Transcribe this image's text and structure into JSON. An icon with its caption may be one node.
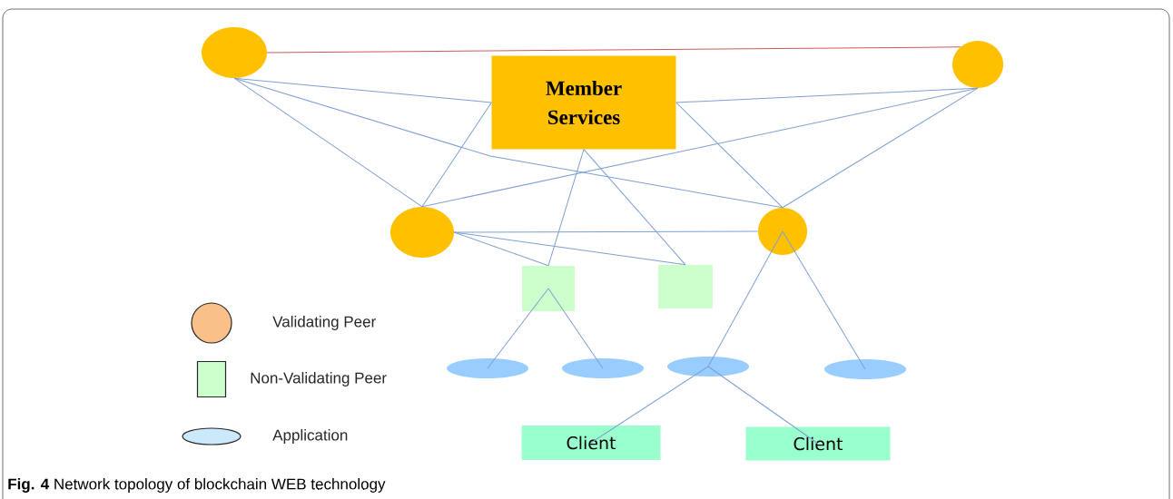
{
  "diagram": {
    "caption": "**Fig. 4** Network topology of blockchain WEB technology",
    "nodes": [
      {
        "text": [],
        "shape": "circle"
      },
      {
        "text": [
          "Member Services"
        ]
      },
      {
        "text": [],
        "shape": "circle"
      },
      {
        "text": [],
        "shape": "circle"
      },
      {
        "text": [],
        "shape": "circle"
      },
      {
        "text": [],
        "shape": "box"
      },
      {
        "text": [],
        "shape": "box"
      },
      {
        "text": [],
        "shape": "ellipse"
      },
      {
        "text": [],
        "shape": "ellipse"
      },
      {
        "text": [],
        "shape": "ellipse"
      },
      {
        "text": [],
        "shape": "ellipse"
      },
      {
        "text": [
          "Client"
        ]
      },
      {
        "text": [
          "Client"
        ]
      }
    ],
    "edges": [
      {
        "from": 0,
        "to": 2,
        "arrow": "none",
        "color": "#d05a5a"
      },
      {
        "from": 0,
        "to": 3,
        "arrow": "none"
      },
      {
        "from": 0,
        "to": 1,
        "arrow": "none"
      },
      {
        "from": 0,
        "to": 4,
        "arrow": "none"
      },
      {
        "from": 1,
        "to": 3,
        "arrow": "none"
      },
      {
        "from": 1,
        "to": 2,
        "arrow": "none"
      },
      {
        "from": 1,
        "to": 4,
        "arrow": "none"
      },
      {
        "from": 2,
        "to": 3,
        "arrow": "none"
      },
      {
        "from": 2,
        "to": 4,
        "arrow": "none"
      },
      {
        "from": 1,
        "to": 5,
        "arrow": "none"
      },
      {
        "from": 1,
        "to": 6,
        "arrow": "none"
      },
      {
        "from": 3,
        "to": 4,
        "arrow": "none"
      },
      {
        "from": 3,
        "to": 5,
        "arrow": "none"
      },
      {
        "from": 3,
        "to": 6,
        "arrow": "none"
      },
      {
        "from": 5,
        "to": 7,
        "arrow": "none"
      },
      {
        "from": 5,
        "to": 8,
        "arrow": "none"
      },
      {
        "from": 4,
        "to": 9,
        "arrow": "none"
      },
      {
        "from": 4,
        "to": 10,
        "arrow": "none"
      },
      {
        "from": 9,
        "to": 11,
        "arrow": "none"
      },
      {
        "from": 9,
        "to": 12,
        "arrow": "none"
      }
    ],
    "legend": [
      {
        "text": "Validating Peer"
      },
      {
        "text": "Non-Validating Peer"
      },
      {
        "text": "Application"
      }
    ]
  }
}
